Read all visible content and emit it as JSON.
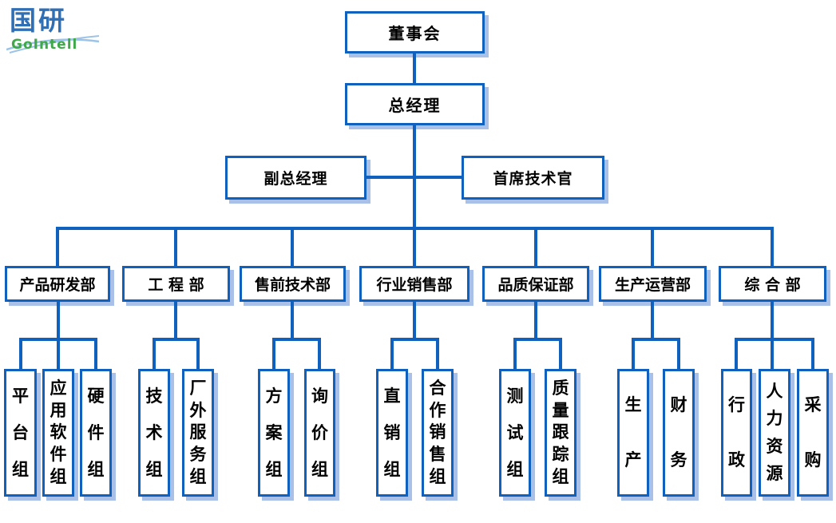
{
  "logo": {
    "cn": "国研",
    "en": "GoIntell"
  },
  "org": {
    "board": "董事会",
    "gm": "总经理",
    "deputy_gm": "副总经理",
    "cto": "首席技术官",
    "departments": [
      {
        "label": "产品研发部",
        "groups": [
          "平台组",
          "应用软件组",
          "硬件组"
        ]
      },
      {
        "label": "工 程 部",
        "groups": [
          "技术组",
          "厂外服务组"
        ]
      },
      {
        "label": "售前技术部",
        "groups": [
          "方案组",
          "询价组"
        ]
      },
      {
        "label": "行业销售部",
        "groups": [
          "直销组",
          "合作销售组"
        ]
      },
      {
        "label": "品质保证部",
        "groups": [
          "测试组",
          "质量跟踪组"
        ]
      },
      {
        "label": "生产运营部",
        "groups": [
          "生产",
          "财务"
        ]
      },
      {
        "label": "综 合 部",
        "groups": [
          "行政",
          "人力资源",
          "采购"
        ]
      }
    ]
  },
  "colors": {
    "line": "#1060BE",
    "shadow": "#A9C0E8",
    "text": "#000000",
    "logo-blue": "#2E6FB6",
    "logo-green": "#3FA848",
    "swoosh": "#9CC3E8"
  }
}
